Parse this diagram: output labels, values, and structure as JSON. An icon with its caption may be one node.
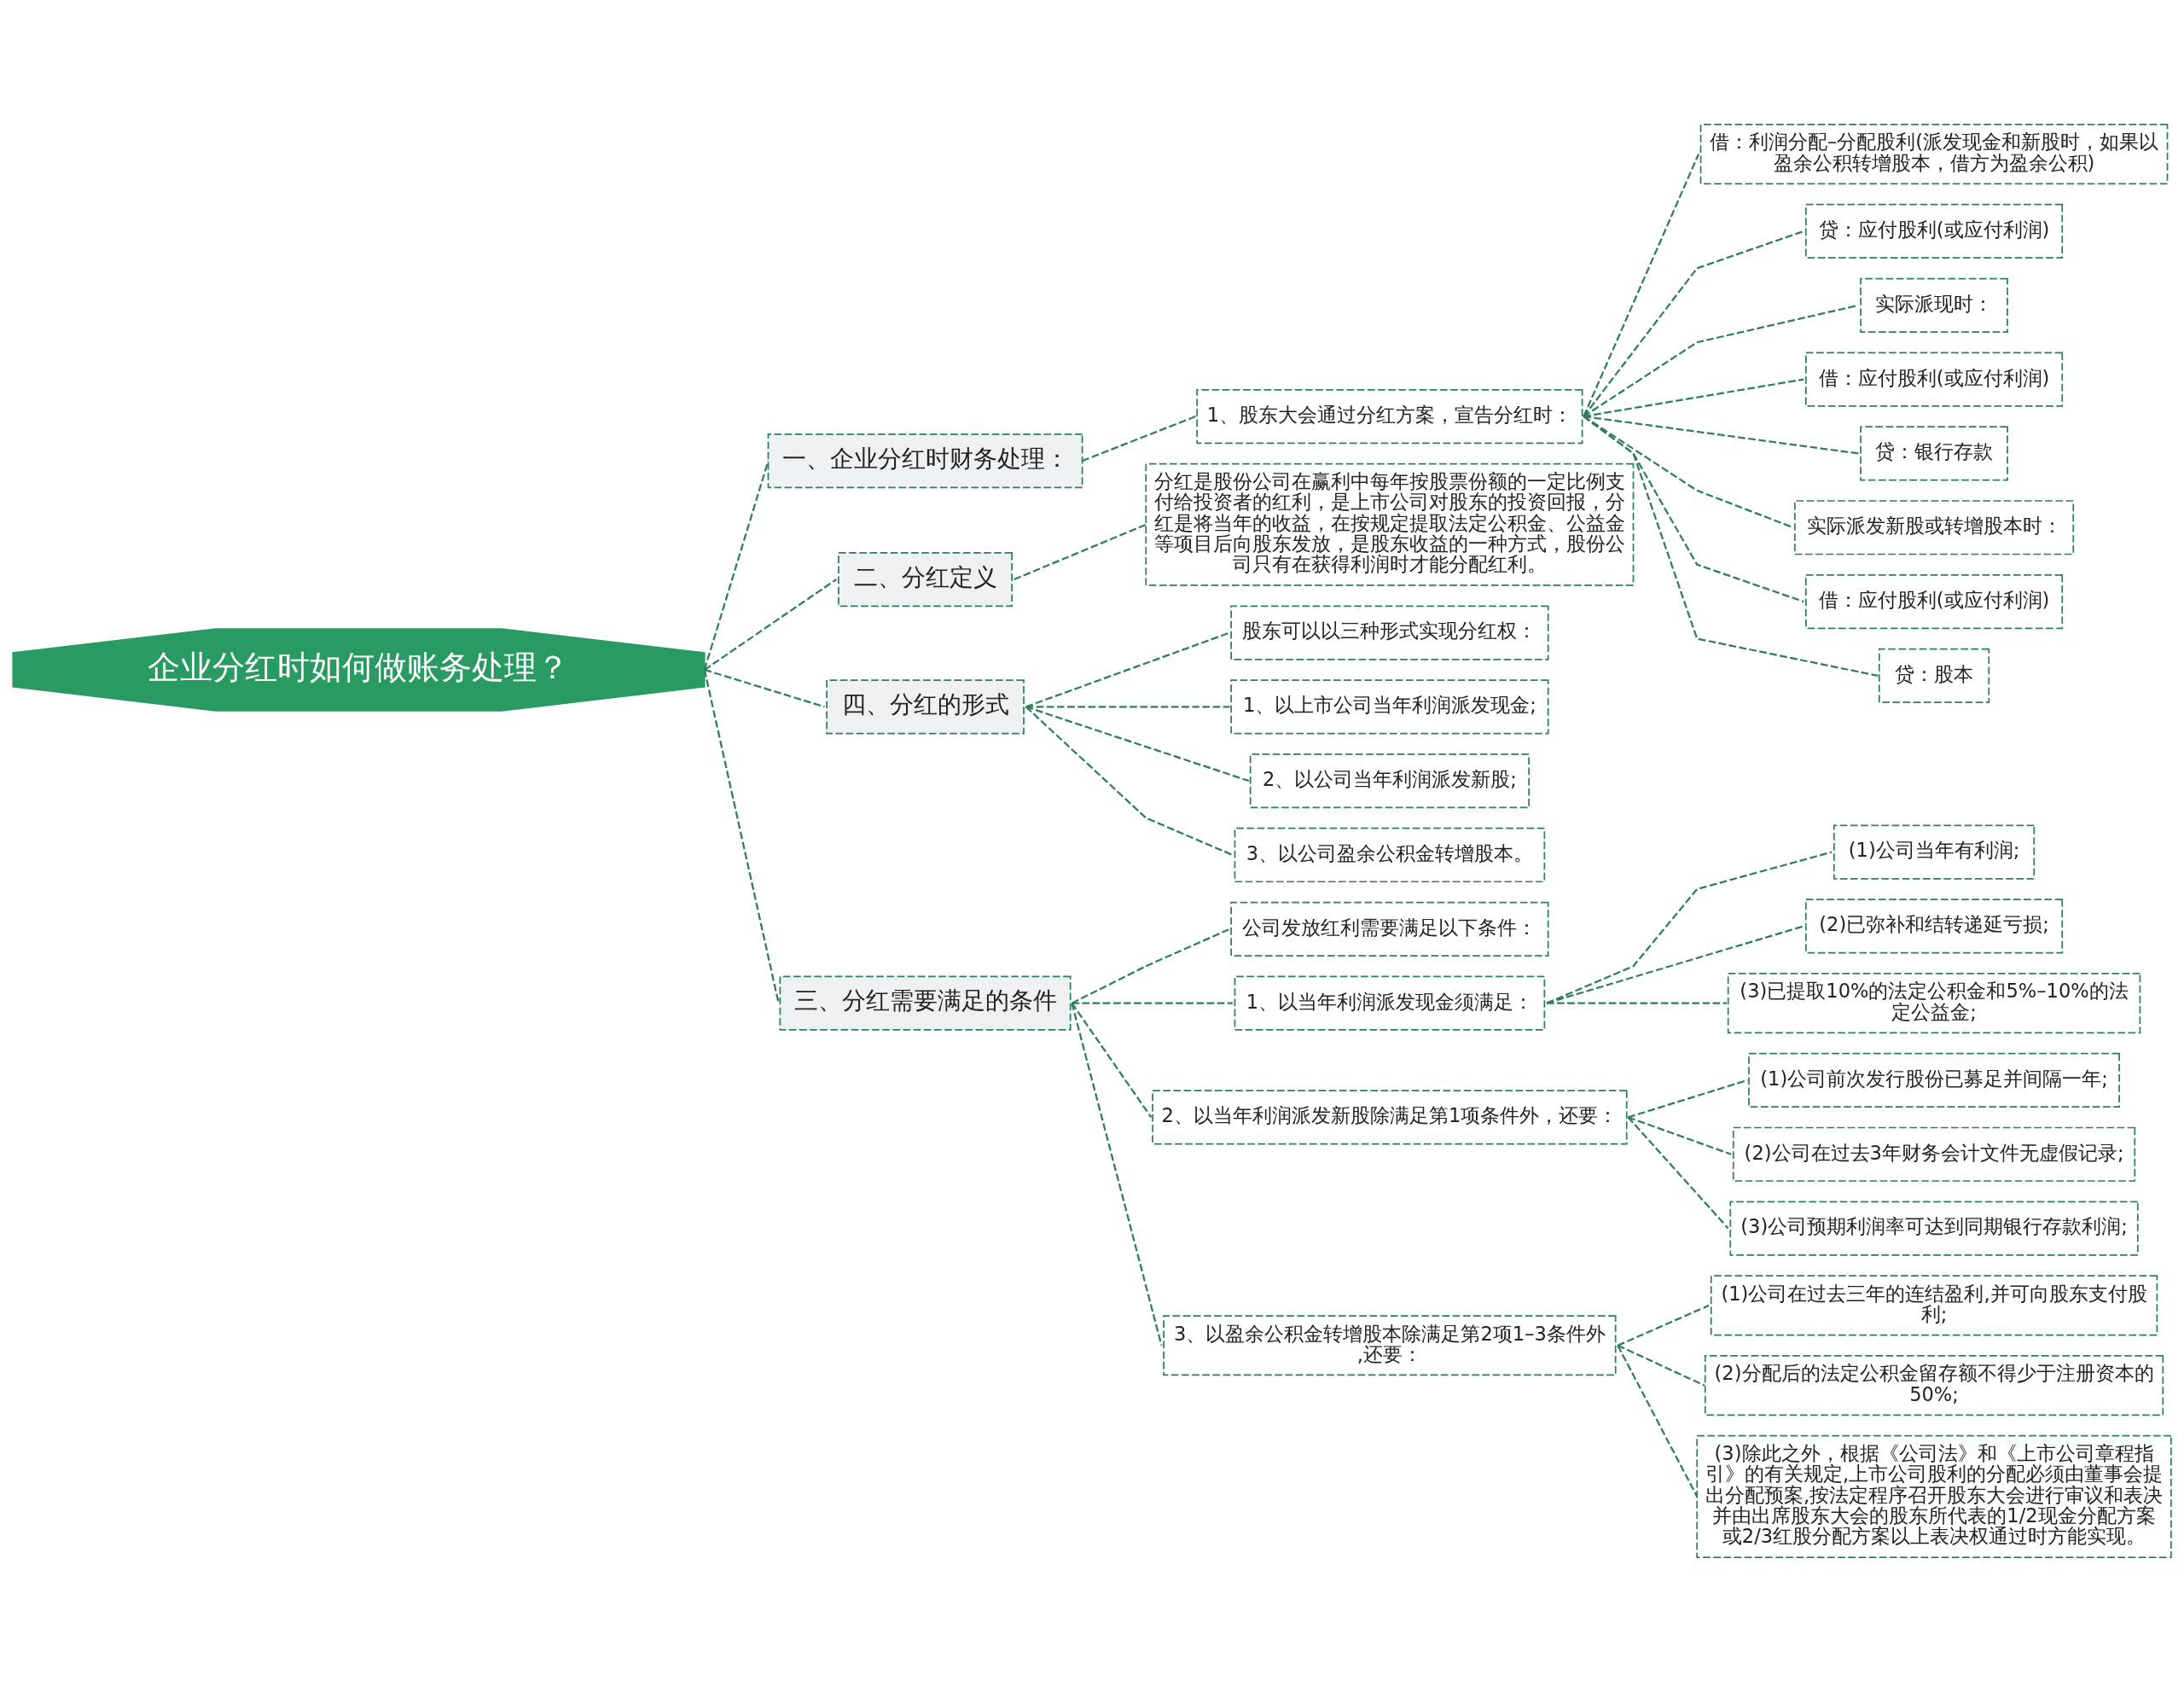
{
  "diagram": {
    "nodes": [
      {
        "text": [
          "企业分红时如何做账务处理？"
        ]
      },
      {
        "text": [
          "一、企业分红时财务处理："
        ]
      },
      {
        "text": [
          "1、股东大会通过分红方案，宣告分红时："
        ]
      },
      {
        "text": [
          "借：利润分配–分配股利(派发现金和新股时，如果以盈余公积转增股本，借方为盈余公积)"
        ]
      },
      {
        "text": [
          "贷：应付股利(或应付利润)"
        ]
      },
      {
        "text": [
          "实际派现时："
        ]
      },
      {
        "text": [
          "借：应付股利(或应付利润)"
        ]
      },
      {
        "text": [
          "贷：银行存款"
        ]
      },
      {
        "text": [
          "实际派发新股或转增股本时："
        ]
      },
      {
        "text": [
          "借：应付股利(或应付利润)"
        ]
      },
      {
        "text": [
          "贷：股本"
        ]
      },
      {
        "text": [
          "二、分红定义"
        ]
      },
      {
        "text": [
          "分红是股份公司在赢利中每年按股票份额的一定比例支付给投资者的红利，是上市公司对股东的投资回报，分红是将当年的收益，在按规定提取法定公积金、公益金等项目后向股东发放，是股东收益的一种方式，股份公司只有在获得利润时才能分配红利。"
        ]
      },
      {
        "text": [
          "四、分红的形式"
        ]
      },
      {
        "text": [
          "股东可以以三种形式实现分红权："
        ]
      },
      {
        "text": [
          "1、以上市公司当年利润派发现金;"
        ]
      },
      {
        "text": [
          "2、以公司当年利润派发新股;"
        ]
      },
      {
        "text": [
          "3、以公司盈余公积金转增股本。"
        ]
      },
      {
        "text": [
          "三、分红需要满足的条件"
        ]
      },
      {
        "text": [
          "公司发放红利需要满足以下条件："
        ]
      },
      {
        "text": [
          "1、以当年利润派发现金须满足："
        ]
      },
      {
        "text": [
          "(1)公司当年有利润;"
        ]
      },
      {
        "text": [
          "(2)已弥补和结转递延亏损;"
        ]
      },
      {
        "text": [
          "(3)已提取10%的法定公积金和5%–10%的法定公益金;"
        ]
      },
      {
        "text": [
          "2、以当年利润派发新股除满足第1项条件外，还要："
        ]
      },
      {
        "text": [
          "(1)公司前次发行股份已募足并间隔一年;"
        ]
      },
      {
        "text": [
          "(2)公司在过去3年财务会计文件无虚假记录;"
        ]
      },
      {
        "text": [
          "(3)公司预期利润率可达到同期银行存款利润;"
        ]
      },
      {
        "text": [
          "3、以盈余公积金转增股本除满足第2项1–3条件外,还要："
        ]
      },
      {
        "text": [
          "(1)公司在过去三年的连结盈利,并可向股东支付股利;"
        ]
      },
      {
        "text": [
          "(2)分配后的法定公积金留存额不得少于注册资本的50%;"
        ]
      },
      {
        "text": [
          "(3)除此之外，根据《公司法》和《上市公司章程指引》的有关规定,上市公司股利的分配必须由董事会提出分配预案,按法定程序召开股东大会进行审议和表决并由出席股东大会的股东所代表的1/2现金分配方案或2/3红股分配方案以上表决权通过时方能实现。"
        ]
      }
    ],
    "edges": [
      {
        "from": 0,
        "to": 1,
        "arrow": "none",
        "style": "dashed"
      },
      {
        "from": 1,
        "to": 2,
        "arrow": "none",
        "style": "dashed"
      },
      {
        "from": 2,
        "to": 3,
        "arrow": "none",
        "style": "dashed"
      },
      {
        "from": 2,
        "to": 4,
        "arrow": "none",
        "style": "dashed"
      },
      {
        "from": 2,
        "to": 5,
        "arrow": "none",
        "style": "dashed"
      },
      {
        "from": 2,
        "to": 6,
        "arrow": "none",
        "style": "dashed"
      },
      {
        "from": 2,
        "to": 7,
        "arrow": "none",
        "style": "dashed"
      },
      {
        "from": 2,
        "to": 8,
        "arrow": "none",
        "style": "dashed"
      },
      {
        "from": 2,
        "to": 9,
        "arrow": "none",
        "style": "dashed"
      },
      {
        "from": 2,
        "to": 10,
        "arrow": "none",
        "style": "dashed"
      },
      {
        "from": 0,
        "to": 11,
        "arrow": "none",
        "style": "dashed"
      },
      {
        "from": 11,
        "to": 12,
        "arrow": "none",
        "style": "dashed"
      },
      {
        "from": 0,
        "to": 13,
        "arrow": "none",
        "style": "dashed"
      },
      {
        "from": 13,
        "to": 14,
        "arrow": "none",
        "style": "dashed"
      },
      {
        "from": 13,
        "to": 15,
        "arrow": "none",
        "style": "dashed"
      },
      {
        "from": 13,
        "to": 16,
        "arrow": "none",
        "style": "dashed"
      },
      {
        "from": 13,
        "to": 17,
        "arrow": "none",
        "style": "dashed"
      },
      {
        "from": 0,
        "to": 18,
        "arrow": "none",
        "style": "dashed"
      },
      {
        "from": 18,
        "to": 19,
        "arrow": "none",
        "style": "dashed"
      },
      {
        "from": 18,
        "to": 20,
        "arrow": "none",
        "style": "dashed"
      },
      {
        "from": 20,
        "to": 21,
        "arrow": "none",
        "style": "dashed"
      },
      {
        "from": 20,
        "to": 22,
        "arrow": "none",
        "style": "dashed"
      },
      {
        "from": 20,
        "to": 23,
        "arrow": "none",
        "style": "dashed"
      },
      {
        "from": 18,
        "to": 24,
        "arrow": "none",
        "style": "dashed"
      },
      {
        "from": 24,
        "to": 25,
        "arrow": "none",
        "style": "dashed"
      },
      {
        "from": 24,
        "to": 26,
        "arrow": "none",
        "style": "dashed"
      },
      {
        "from": 24,
        "to": 27,
        "arrow": "none",
        "style": "dashed"
      },
      {
        "from": 18,
        "to": 28,
        "arrow": "none",
        "style": "dashed"
      },
      {
        "from": 28,
        "to": 29,
        "arrow": "none",
        "style": "dashed"
      },
      {
        "from": 28,
        "to": 30,
        "arrow": "none",
        "style": "dashed"
      },
      {
        "from": 28,
        "to": 31,
        "arrow": "none",
        "style": "dashed"
      }
    ]
  }
}
